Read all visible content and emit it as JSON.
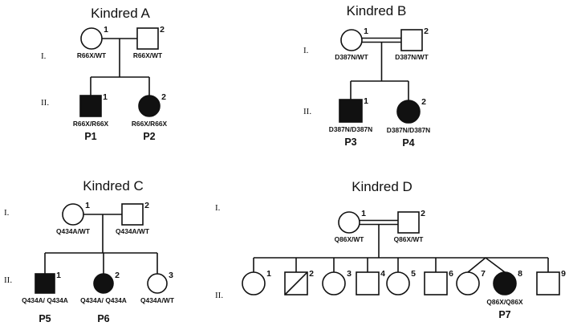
{
  "kindreds": [
    {
      "id": "A",
      "title": "Kindred A",
      "generation_labels": [
        "I.",
        "II."
      ],
      "parents_consanguineous": false,
      "members": [
        {
          "gen": "I",
          "sex": "female",
          "affected": false,
          "number": "1",
          "genotype": "R66X/WT",
          "patient": ""
        },
        {
          "gen": "I",
          "sex": "male",
          "affected": false,
          "number": "2",
          "genotype": "R66X/WT",
          "patient": ""
        },
        {
          "gen": "II",
          "sex": "male",
          "affected": true,
          "number": "1",
          "genotype": "R66X/R66X",
          "patient": "P1"
        },
        {
          "gen": "II",
          "sex": "female",
          "affected": true,
          "number": "2",
          "genotype": "R66X/R66X",
          "patient": "P2"
        }
      ]
    },
    {
      "id": "B",
      "title": "Kindred B",
      "generation_labels": [
        "I.",
        "II."
      ],
      "parents_consanguineous": true,
      "members": [
        {
          "gen": "I",
          "sex": "female",
          "affected": false,
          "number": "1",
          "genotype": "D387N/WT",
          "patient": ""
        },
        {
          "gen": "I",
          "sex": "male",
          "affected": false,
          "number": "2",
          "genotype": "D387N/WT",
          "patient": ""
        },
        {
          "gen": "II",
          "sex": "male",
          "affected": true,
          "number": "1",
          "genotype": "D387N/D387N",
          "patient": "P3"
        },
        {
          "gen": "II",
          "sex": "female",
          "affected": true,
          "number": "2",
          "genotype": "D387N/D387N",
          "patient": "P4"
        }
      ]
    },
    {
      "id": "C",
      "title": "Kindred C",
      "generation_labels": [
        "I.",
        "II."
      ],
      "parents_consanguineous": false,
      "members": [
        {
          "gen": "I",
          "sex": "female",
          "affected": false,
          "number": "1",
          "genotype": "Q434A/WT",
          "patient": ""
        },
        {
          "gen": "I",
          "sex": "male",
          "affected": false,
          "number": "2",
          "genotype": "Q434A/WT",
          "patient": ""
        },
        {
          "gen": "II",
          "sex": "male",
          "affected": true,
          "number": "1",
          "genotype": "Q434A/ Q434A",
          "patient": "P5"
        },
        {
          "gen": "II",
          "sex": "female",
          "affected": true,
          "number": "2",
          "genotype": "Q434A/ Q434A",
          "patient": "P6"
        },
        {
          "gen": "II",
          "sex": "female",
          "affected": false,
          "number": "3",
          "genotype": "Q434A/WT",
          "patient": ""
        }
      ]
    },
    {
      "id": "D",
      "title": "Kindred D",
      "generation_labels": [
        "I.",
        "II."
      ],
      "parents_consanguineous": true,
      "members": [
        {
          "gen": "I",
          "sex": "female",
          "affected": false,
          "number": "1",
          "genotype": "Q86X/WT",
          "patient": ""
        },
        {
          "gen": "I",
          "sex": "male",
          "affected": false,
          "number": "2",
          "genotype": "Q86X/WT",
          "patient": ""
        },
        {
          "gen": "II",
          "sex": "female",
          "affected": false,
          "number": "1",
          "genotype": "",
          "patient": ""
        },
        {
          "gen": "II",
          "sex": "male",
          "affected": false,
          "deceased": true,
          "number": "2",
          "genotype": "",
          "patient": ""
        },
        {
          "gen": "II",
          "sex": "female",
          "affected": false,
          "number": "3",
          "genotype": "",
          "patient": ""
        },
        {
          "gen": "II",
          "sex": "male",
          "affected": false,
          "number": "4",
          "genotype": "",
          "patient": ""
        },
        {
          "gen": "II",
          "sex": "female",
          "affected": false,
          "number": "5",
          "genotype": "",
          "patient": ""
        },
        {
          "gen": "II",
          "sex": "male",
          "affected": false,
          "number": "6",
          "genotype": "",
          "patient": ""
        },
        {
          "gen": "II",
          "sex": "female",
          "affected": false,
          "number": "7",
          "genotype": "",
          "patient": "",
          "twin_with": "8"
        },
        {
          "gen": "II",
          "sex": "female",
          "affected": true,
          "number": "8",
          "genotype": "Q86X/Q86X",
          "patient": "P7",
          "twin_with": "7"
        },
        {
          "gen": "II",
          "sex": "male",
          "affected": false,
          "number": "9",
          "genotype": "",
          "patient": ""
        }
      ]
    }
  ]
}
